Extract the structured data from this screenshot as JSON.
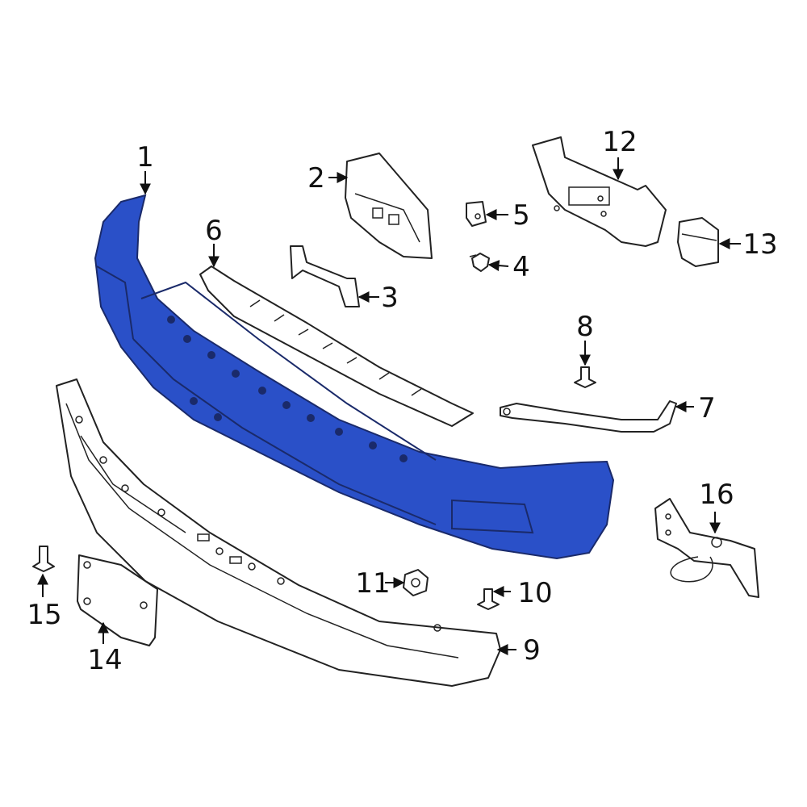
{
  "callouts": {
    "c1": "1",
    "c2": "2",
    "c3": "3",
    "c4": "4",
    "c5": "5",
    "c6": "6",
    "c7": "7",
    "c8": "8",
    "c9": "9",
    "c10": "10",
    "c11": "11",
    "c12": "12",
    "c13": "13",
    "c14": "14",
    "c15": "15",
    "c16": "16"
  },
  "colors": {
    "highlight": "#2a50c8",
    "highlight_dark": "#1a3aa0",
    "outline": "#222222",
    "background": "#ffffff"
  }
}
